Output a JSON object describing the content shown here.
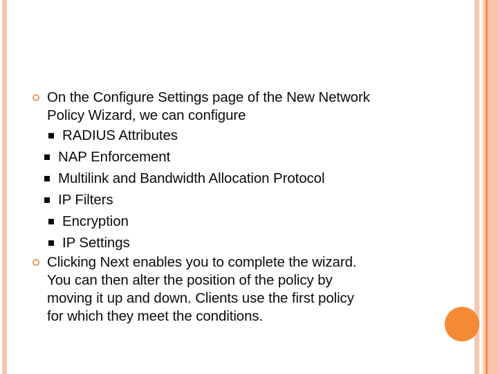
{
  "slide": {
    "background_color": "#ffffff",
    "accent_colors": {
      "stripe_peach": "#f6c3ad",
      "stripe_light": "#fdf9f5",
      "stripe_orange_line": "#ef8d52",
      "dot_orange": "#f58a35",
      "ring_bullet": "#e89a5e",
      "text": "#0b0b0b"
    },
    "bullets": [
      {
        "marker": "ring-bullet-icon",
        "lines": [
          "On the Configure Settings page of the New Network",
          "Policy Wizard, we can configure"
        ],
        "sub_items": [
          {
            "marker": "square-bullet-icon",
            "label": "RADIUS Attributes",
            "indent": "a"
          },
          {
            "marker": "square-bullet-icon",
            "label": "NAP Enforcement",
            "indent": "b"
          },
          {
            "marker": "square-bullet-icon",
            "label": "Multilink and Bandwidth Allocation Protocol",
            "indent": "b"
          },
          {
            "marker": "square-bullet-icon",
            "label": "IP Filters",
            "indent": "b"
          },
          {
            "marker": "square-bullet-icon",
            "label": "Encryption",
            "indent": "a"
          },
          {
            "marker": "square-bullet-icon",
            "label": "IP Settings",
            "indent": "a"
          }
        ]
      },
      {
        "marker": "ring-bullet-icon",
        "lines": [
          "Clicking Next enables you to complete the wizard.",
          "You can then alter the position of the policy by",
          "moving it up and down. Clients use the first policy",
          "for which they meet the conditions."
        ],
        "sub_items": []
      }
    ]
  }
}
